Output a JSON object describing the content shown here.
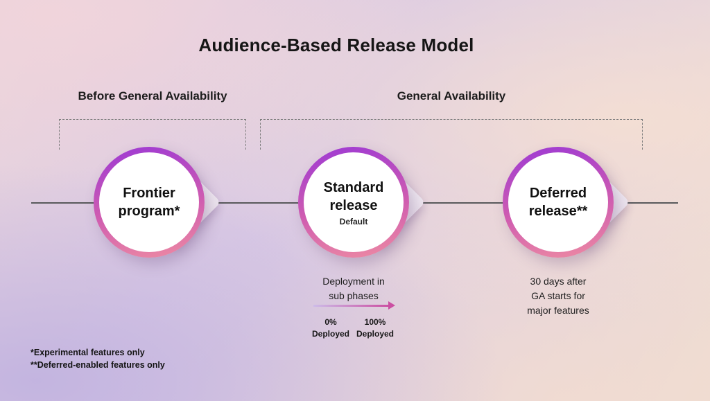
{
  "title": "Audience-Based Release Model",
  "brackets": {
    "before_ga": "Before General Availability",
    "ga": "General Availability"
  },
  "stages": [
    {
      "label": "Frontier\nprogram*"
    },
    {
      "label": "Standard\nrelease",
      "sublabel": "Default"
    },
    {
      "label": "Deferred\nrelease**"
    }
  ],
  "deployment": {
    "caption": "Deployment in\nsub phases",
    "start_label": "0%\nDeployed",
    "end_label": "100%\nDeployed"
  },
  "deferred_note": "30 days after\nGA starts for\nmajor features",
  "footnotes": {
    "experimental": "*Experimental features only",
    "deferred": "**Deferred-enabled features only"
  },
  "colors": {
    "ring_gradient_start": "#a43ecf",
    "ring_gradient_end": "#ea86a4",
    "arrow_gradient_start": "#cdbbe8",
    "arrow_gradient_end": "#cb4fa2",
    "timeline": "#58595b",
    "bracket_line": "#7d7d7d"
  }
}
